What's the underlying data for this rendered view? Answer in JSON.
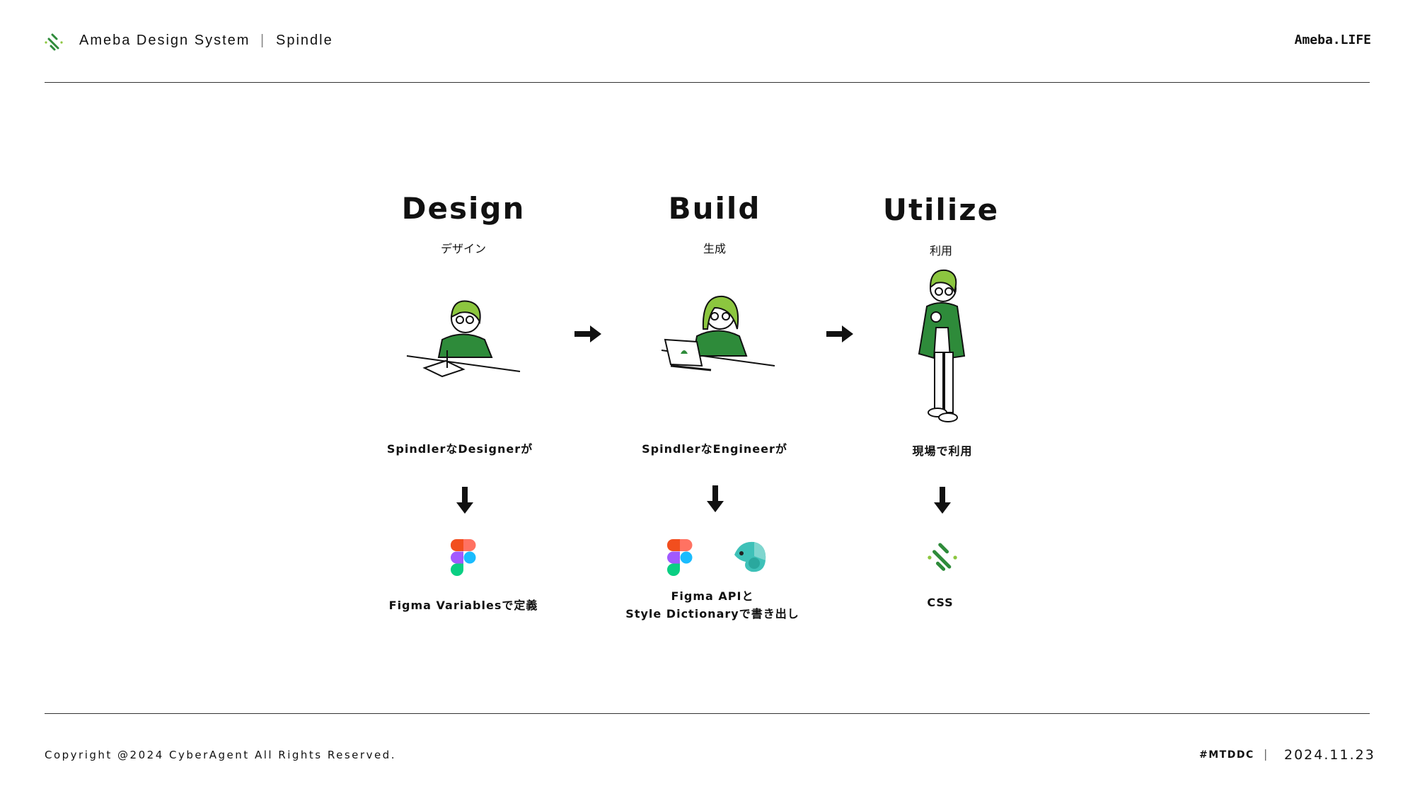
{
  "header": {
    "brand": "Ameba Design System",
    "separator": "|",
    "product": "Spindle",
    "right_logo": "Ameba.LIFE"
  },
  "steps": [
    {
      "title": "Design",
      "subtitle": "デザイン",
      "caption": "SpindlerなDesignerが",
      "output": "Figma Variablesで定義"
    },
    {
      "title": "Build",
      "subtitle": "生成",
      "caption": "SpindlerなEngineerが",
      "output_line1": "Figma APIと",
      "output_line2": "Style Dictionaryで書き出し"
    },
    {
      "title": "Utilize",
      "subtitle": "利用",
      "caption": "現場で利用",
      "output": "CSS"
    }
  ],
  "footer": {
    "copyright": "Copyright @2024 CyberAgent All Rights Reserved.",
    "tag": "#MTDDC",
    "separator": "|",
    "date": "2024.11.23"
  },
  "colors": {
    "green": "#2e8b3a",
    "lime": "#8cc63f",
    "ink": "#111111"
  }
}
